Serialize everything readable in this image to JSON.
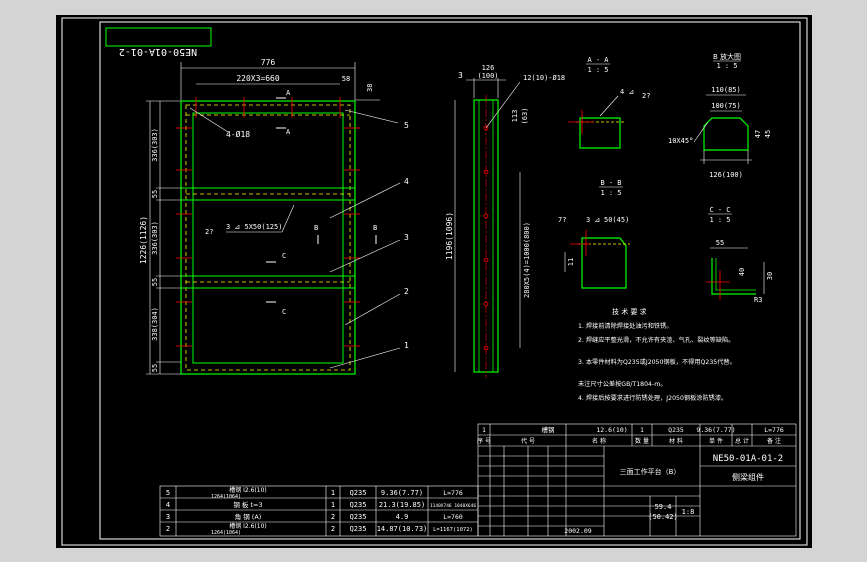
{
  "colors": {
    "sheet_bg": "#000000",
    "frame": "#ffffff",
    "part_outline": "#00ff00",
    "hidden_line": "#ffff00",
    "center_line": "#ff0000",
    "dimension": "#ffffff",
    "outer_bg": "#d4d4d4"
  },
  "stamp": {
    "drawing_no_mirrored": "NE50-01A-01-2"
  },
  "front_view": {
    "dims": {
      "overall_width": "776",
      "hole_spacing": "220X3=660",
      "end_offset": "58",
      "top_offset": "38",
      "hole_callout": "4-Ø18",
      "height_overall": "1226(1126)",
      "seg1": "336(303)",
      "seg2": "55",
      "seg3": "336(303)",
      "seg4": "55",
      "seg5": "338(304)",
      "seg6": "55",
      "weld_note": "3 ⊿ 5X50(125)",
      "weld_q": "2?"
    },
    "section_marks": {
      "a": "A",
      "b": "B",
      "c": "C"
    },
    "balloons": [
      "5",
      "4",
      "3",
      "2",
      "1"
    ]
  },
  "side_view": {
    "dims": {
      "width": "126",
      "width_alt": "(100)",
      "thickness": "3",
      "holes": "12(10)-Ø18",
      "offset_a": "113",
      "offset_b": "(63)",
      "overall_height": "1196(1096)",
      "hole_pitch": "280X5(4)=1000(800)"
    }
  },
  "section_aa": {
    "title": "A - A",
    "scale": "1 : 5",
    "weld": "4 ⊿",
    "weld_q": "2?"
  },
  "section_bb": {
    "title": "B - B",
    "scale": "1 : 5",
    "size": "50(45)",
    "weld_q": "7?",
    "weld_sym": "3 ⊿",
    "height": "11"
  },
  "section_cc": {
    "title": "C - C",
    "scale": "1 : 5",
    "width": "55",
    "depth": "40",
    "height": "30",
    "radius": "R3"
  },
  "enlarged_view": {
    "title": "B 放大图",
    "scale": "1 : 5",
    "dim_top": "110(85)",
    "dim_inner": "100(75)",
    "chamfer": "10X45°",
    "dim_bottom": "126(100)",
    "dim_h1": "47",
    "dim_h2": "45"
  },
  "tech_notes": {
    "heading": "技 术 要 求",
    "items": [
      "1. 焊接前清除焊接处油污和铁锈。",
      "2. 焊缝应平整光滑，不允许有夹渣、气孔、裂纹等缺陷。",
      "3. 本零件材料为Q235或J2050钢板，不得用Q235代替。",
      "   未注尺寸公差按GB/T1804-m。",
      "4. 焊接后按要求进行防锈处理，J2050钢板涂防锈漆。"
    ]
  },
  "title_block": {
    "top_row": [
      "1",
      "槽钢",
      "12.6(10)",
      "1",
      "Q235",
      "9.36(7.77)",
      "",
      "L=776"
    ],
    "header_row": [
      "序 号",
      "代 号",
      "名 称",
      "数 量",
      "材 料",
      "单 件",
      "总 计",
      "备 注"
    ],
    "product_name": "三面工作平台（B）",
    "drawing_no": "NE50-01A-01-2",
    "part_name": "侧梁组件",
    "mass": "59.4",
    "mass_alt": "(50.42)",
    "scale": "1:8",
    "date": "2002.09"
  },
  "bom": {
    "rows": [
      {
        "no": "5",
        "name": "槽钢 Ⅰ2.6(10)",
        "name2": "1264(1064)",
        "qty": "1",
        "mat": "Q235",
        "unit": "9.36(7.77)",
        "note": "L=776"
      },
      {
        "no": "4",
        "name": "钢 板 t=3",
        "name2": "",
        "qty": "1",
        "mat": "Q235",
        "unit": "21.3(19.85)",
        "note": "1140X746 1040X646"
      },
      {
        "no": "3",
        "name": "角 钢 (A)",
        "name2": "",
        "qty": "2",
        "mat": "Q235",
        "unit": "4.9",
        "note": "L=760"
      },
      {
        "no": "2",
        "name": "槽钢 Ⅰ2.6(10)",
        "name2": "1264(1064)",
        "qty": "2",
        "mat": "Q235",
        "unit": "14.87(10.73)",
        "note": "L=1167(1072)"
      }
    ]
  }
}
